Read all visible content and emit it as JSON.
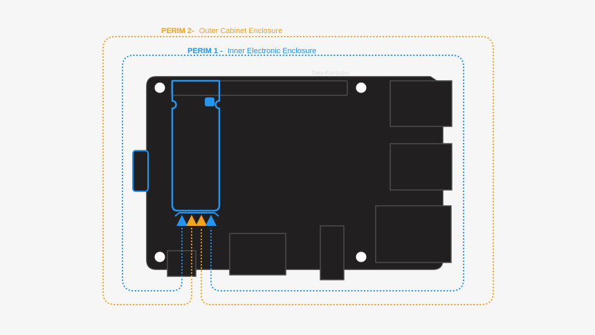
{
  "colors": {
    "background": "#f6f6f6",
    "orange": "#f5a21c",
    "blue": "#2196f3",
    "board": "#211f20",
    "board-outline": "#4d4d4d",
    "board-edge": "#3a3a3a",
    "hole": "#ffffff",
    "watermark": "#dcdcdc"
  },
  "perim2": {
    "bold": "PERIM 2-",
    "rest": "Outer Cabinet Enclosure"
  },
  "perim1": {
    "bold": "PERIM 1 -",
    "rest": "Inner Electronic Enclosure"
  },
  "watermark": "Data Komputer",
  "arrows": {
    "count": 4,
    "order": [
      "blue",
      "orange",
      "orange",
      "blue"
    ]
  }
}
